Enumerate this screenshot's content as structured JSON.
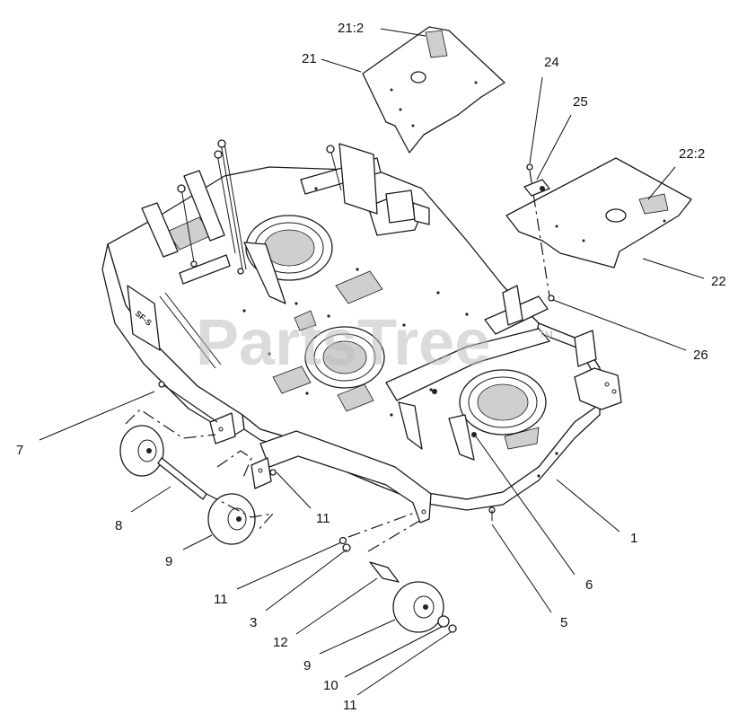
{
  "watermark": {
    "text": "PartsTree",
    "trademark": "TM"
  },
  "callouts": [
    {
      "id": "21-2",
      "label": "21:2"
    },
    {
      "id": "21",
      "label": "21"
    },
    {
      "id": "24",
      "label": "24"
    },
    {
      "id": "25",
      "label": "25"
    },
    {
      "id": "22-2",
      "label": "22:2"
    },
    {
      "id": "22",
      "label": "22"
    },
    {
      "id": "26",
      "label": "26"
    },
    {
      "id": "7",
      "label": "7"
    },
    {
      "id": "1",
      "label": "1"
    },
    {
      "id": "8",
      "label": "8"
    },
    {
      "id": "11a",
      "label": "11"
    },
    {
      "id": "6",
      "label": "6"
    },
    {
      "id": "9a",
      "label": "9"
    },
    {
      "id": "11b",
      "label": "11"
    },
    {
      "id": "5",
      "label": "5"
    },
    {
      "id": "3",
      "label": "3"
    },
    {
      "id": "12",
      "label": "12"
    },
    {
      "id": "9b",
      "label": "9"
    },
    {
      "id": "10",
      "label": "10"
    },
    {
      "id": "11c",
      "label": "11"
    }
  ],
  "decal": {
    "text": "SF-S"
  }
}
